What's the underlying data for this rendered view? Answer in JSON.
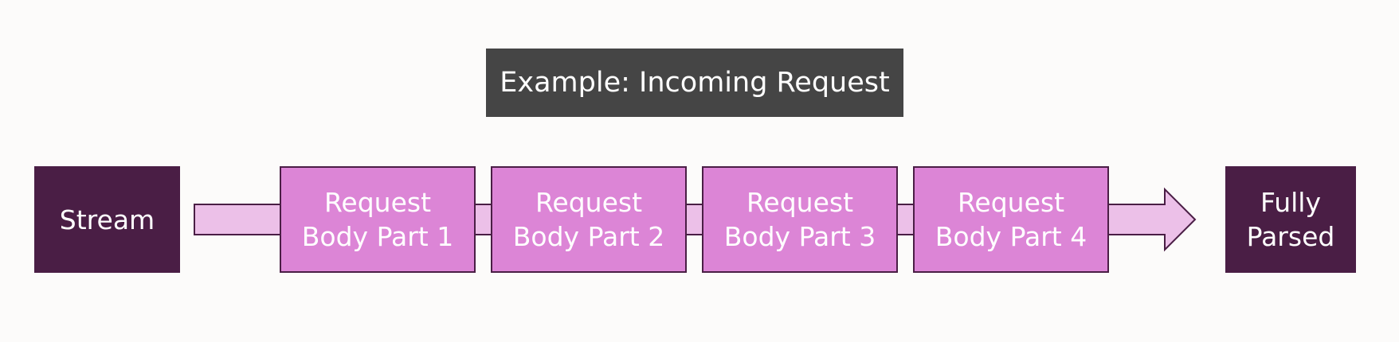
{
  "title": "Example: Incoming Request",
  "start": {
    "label": "Stream"
  },
  "parts": [
    {
      "label": "Request\nBody Part 1"
    },
    {
      "label": "Request\nBody Part 2"
    },
    {
      "label": "Request\nBody Part 3"
    },
    {
      "label": "Request\nBody Part 4"
    }
  ],
  "end": {
    "label": "Fully\nParsed"
  },
  "colors": {
    "background": "#fcfbfa",
    "banner": "#454545",
    "terminal_box": "#4a1e45",
    "part_box": "#dc85d6",
    "arrow_fill": "#ecc0e8",
    "outline": "#4a1e45"
  }
}
